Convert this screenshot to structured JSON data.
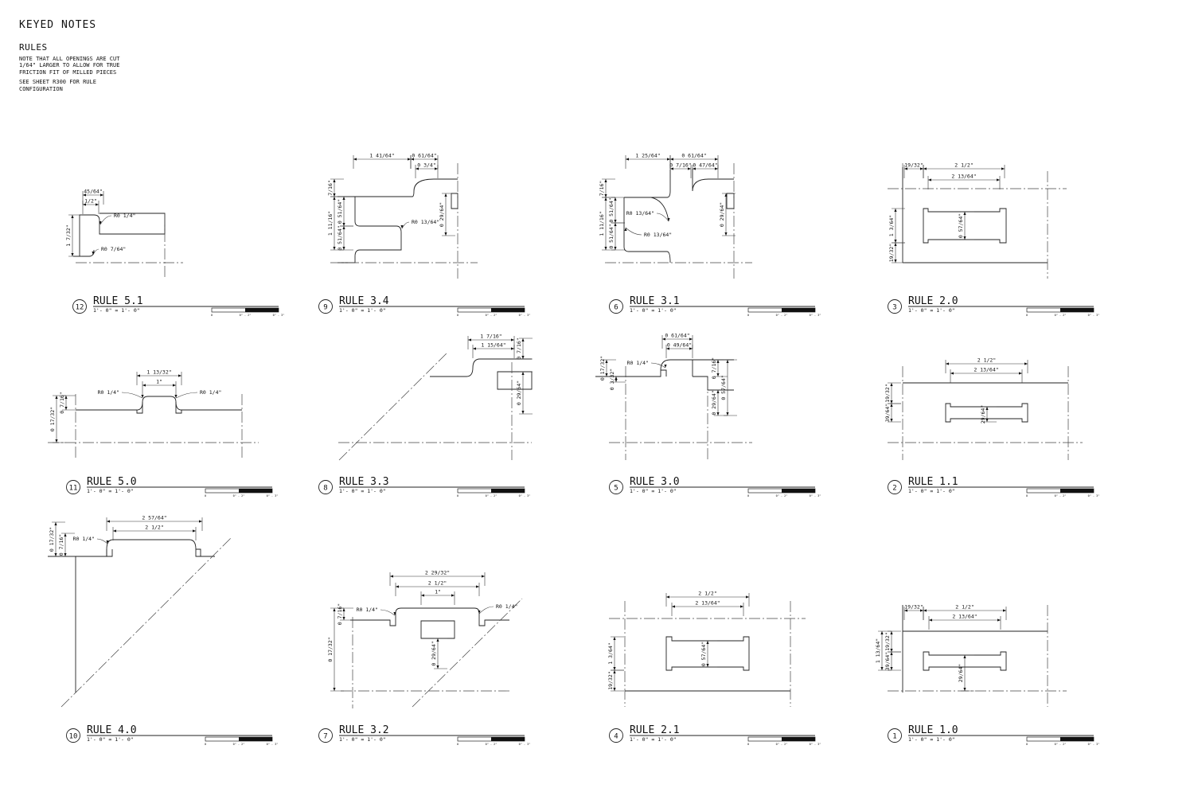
{
  "keyed_notes": {
    "title": "KEYED NOTES",
    "subtitle": "RULES",
    "note1": "NOTE THAT ALL OPENINGS ARE CUT\n1/64\" LARGER TO ALLOW FOR TRUE\nFRICTION FIT OF MILLED PIECES",
    "note2": "SEE SHEET R300 FOR RULE\nCONFIGURATION"
  },
  "details": [
    {
      "number": "12",
      "title": "RULE 5.1",
      "scale": "1'- 0\" = 1'- 0\"",
      "scale_bar": [
        "0",
        "0\" - 2\"",
        "0\" - 3\""
      ],
      "dims": [
        "45/64\"",
        "1/2\"",
        "1 7/32\"",
        "R0 1/4\"",
        "R0 7/64\""
      ]
    },
    {
      "number": "9",
      "title": "RULE 3.4",
      "scale": "1'- 0\" = 1'- 0\"",
      "scale_bar": [
        "0",
        "0\" - 2\"",
        "0\" - 3\""
      ],
      "dims": [
        "1 41/64\"",
        "0 61/64\"",
        "0 3/4\"",
        "7/16\"",
        "1 11/16\"",
        "0 51/64\"",
        "0 51/64\"",
        "R0 13/64\"",
        "0 29/64\""
      ]
    },
    {
      "number": "6",
      "title": "RULE 3.1",
      "scale": "1'- 0\" = 1'- 0\"",
      "scale_bar": [
        "0",
        "0\" - 2\"",
        "0\" - 3\""
      ],
      "dims": [
        "1 25/64\"",
        "0 61/64\"",
        "0 7/16\"",
        "0 47/64\"",
        "7/16\"",
        "1 11/16\"",
        "0 51/64\"",
        "0 51/64\"",
        "R0 13/64\"",
        "R0 13/64\"",
        "0 29/64\""
      ]
    },
    {
      "number": "3",
      "title": "RULE 2.0",
      "scale": "1'- 0\" = 1'- 0\"",
      "scale_bar": [
        "0",
        "0\" - 2\"",
        "0\" - 3\""
      ],
      "dims": [
        "19/32\"",
        "2 1/2\"",
        "2 13/64\"",
        "1 3/64\"",
        "19/32\"",
        "0 57/64\""
      ]
    },
    {
      "number": "11",
      "title": "RULE 5.0",
      "scale": "1'- 0\" = 1'- 0\"",
      "scale_bar": [
        "0",
        "0\" - 2\"",
        "0\" - 3\""
      ],
      "dims": [
        "1 13/32\"",
        "1\"",
        "R0 1/4\"",
        "R0 1/4\"",
        "0 17/32\"",
        "0 7/16\""
      ]
    },
    {
      "number": "8",
      "title": "RULE 3.3",
      "scale": "1'- 0\" = 1'- 0\"",
      "scale_bar": [
        "0",
        "0\" - 2\"",
        "0\" - 3\""
      ],
      "dims": [
        "1 7/16\"",
        "1 15/64\"",
        "0 7/16\"",
        "0 29/64\""
      ]
    },
    {
      "number": "5",
      "title": "RULE 3.0",
      "scale": "1'- 0\" = 1'- 0\"",
      "scale_bar": [
        "0",
        "0\" - 2\"",
        "0\" - 3\""
      ],
      "dims": [
        "0 61/64\"",
        "0 49/64\"",
        "R0 1/4\"",
        "0 17/32\"",
        "0 3/32\"",
        "0 7/16\"",
        "0 29/64\"",
        "0 57/64\""
      ]
    },
    {
      "number": "2",
      "title": "RULE 1.1",
      "scale": "1'- 0\" = 1'- 0\"",
      "scale_bar": [
        "0",
        "0\" - 2\"",
        "0\" - 3\""
      ],
      "dims": [
        "2 1/2\"",
        "2 13/64\"",
        "39/64\"",
        "19/32\"",
        "29/64\""
      ]
    },
    {
      "number": "10",
      "title": "RULE 4.0",
      "scale": "1'- 0\" = 1'- 0\"",
      "scale_bar": [
        "0",
        "0\" - 2\"",
        "0\" - 3\""
      ],
      "dims": [
        "2 57/64\"",
        "2 1/2\"",
        "0 17/32\"",
        "0 7/16\"",
        "R0 1/4\""
      ]
    },
    {
      "number": "7",
      "title": "RULE 3.2",
      "scale": "1'- 0\" = 1'- 0\"",
      "scale_bar": [
        "0",
        "0\" - 2\"",
        "0\" - 3\""
      ],
      "dims": [
        "2 29/32\"",
        "2 1/2\"",
        "1\"",
        "R0 1/4\"",
        "R0 1/4\"",
        "0 17/32\"",
        "0 7/16\"",
        "0 29/64\""
      ]
    },
    {
      "number": "4",
      "title": "RULE 2.1",
      "scale": "1'- 0\" = 1'- 0\"",
      "scale_bar": [
        "0",
        "0\" - 2\"",
        "0\" - 3\""
      ],
      "dims": [
        "2 1/2\"",
        "2 13/64\"",
        "1 3/64\"",
        "19/32\"",
        "0 57/64\""
      ]
    },
    {
      "number": "1",
      "title": "RULE 1.0",
      "scale": "1'- 0\" = 1'- 0\"",
      "scale_bar": [
        "0",
        "0\" - 2\"",
        "0\" - 3\""
      ],
      "dims": [
        "19/32\"",
        "2 1/2\"",
        "2 13/64\"",
        "1 13/64\"",
        "39/64\"",
        "19/32\"",
        "29/64\""
      ]
    }
  ]
}
